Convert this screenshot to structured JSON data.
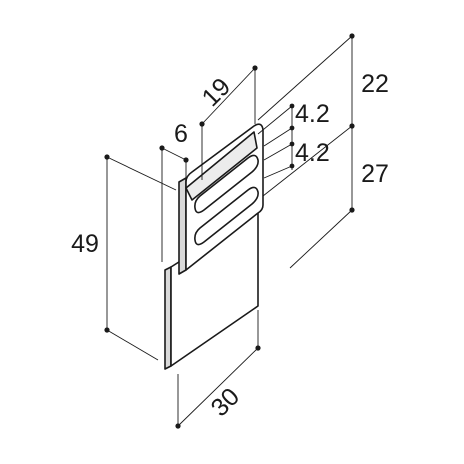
{
  "colors": {
    "outline": "#1a1a1a",
    "face": "#ffffff",
    "side": "#d9d9d9",
    "background": "#ffffff"
  },
  "dimensions": {
    "width_top": "19",
    "offset": "6",
    "height_total": "49",
    "width_bottom": "30",
    "height_upper": "22",
    "height_lower": "27",
    "slot_pitch_1": "4.2",
    "slot_pitch_2": "4.2"
  }
}
